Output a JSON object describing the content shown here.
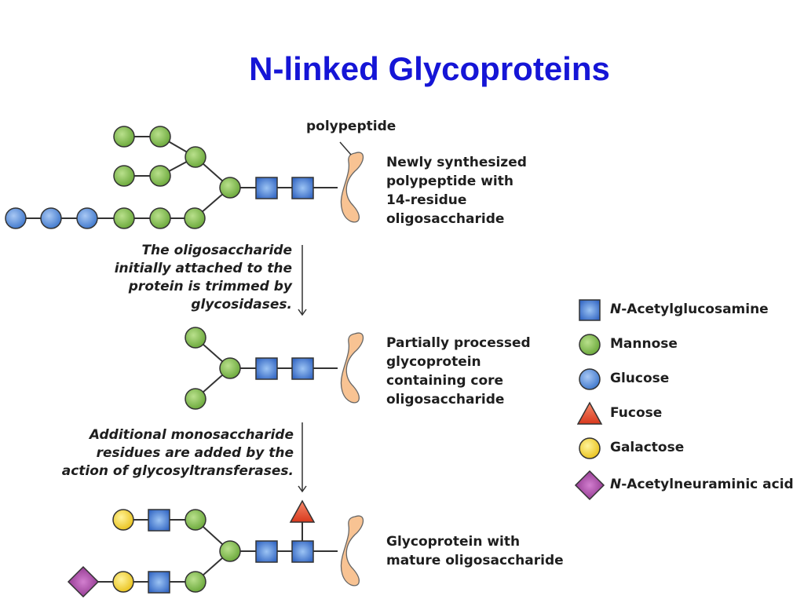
{
  "title": "N-linked Glycoproteins",
  "labels": {
    "polypeptide": "polypeptide",
    "stage1": [
      "Newly synthesized",
      "polypeptide with",
      "14-residue",
      "oligosaccharide"
    ],
    "stage2": [
      "Partially processed",
      "glycoprotein",
      "containing core",
      "oligosaccharide"
    ],
    "stage3": [
      "Glycoprotein with",
      "mature oligosaccharide"
    ]
  },
  "notes": {
    "trim": [
      "The oligosaccharide",
      "initially attached to the",
      "protein is trimmed by",
      "glycosidases."
    ],
    "add": [
      "Additional monosaccharide",
      "residues are added by the",
      "action of glycosyltransferases."
    ]
  },
  "legend": [
    {
      "shape": "square",
      "prefix": "N",
      "name": "-Acetylglucosamine",
      "color": "#3a6fd0"
    },
    {
      "shape": "circle",
      "prefix": "",
      "name": "Mannose",
      "color": "#7cbc46"
    },
    {
      "shape": "circle",
      "prefix": "",
      "name": "Glucose",
      "color": "#4a86d4"
    },
    {
      "shape": "triangle",
      "prefix": "",
      "name": "Fucose",
      "color": "#e04a2e"
    },
    {
      "shape": "circle",
      "prefix": "",
      "name": "Galactose",
      "color": "#f0d028"
    },
    {
      "shape": "diamond",
      "prefix": "N",
      "name": "-Acetylneuraminic acid",
      "color": "#9a3d96"
    }
  ],
  "colors": {
    "title": "#1515d6",
    "mannose": "#7cbc46",
    "glucose": "#4a86d4",
    "glcnac": "#3a6fd0",
    "fucose": "#e04a2e",
    "galactose": "#f0d028",
    "neu5ac": "#9a3d96",
    "polypeptide": "#f7c08e"
  }
}
